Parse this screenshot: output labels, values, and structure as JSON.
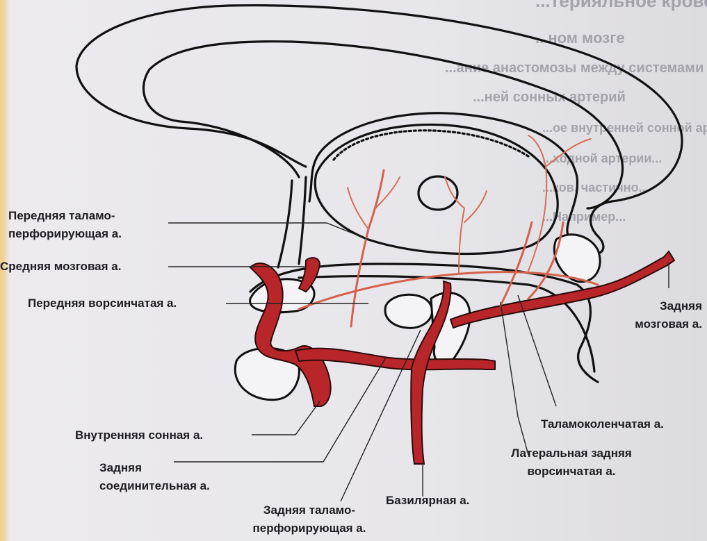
{
  "labels": {
    "anterior_thalamoperforating": "Передняя таламо-\nперфорирующая а.",
    "middle_cerebral": "Средняя мозговая а.",
    "anterior_choroidal": "Передняя ворсинчатая а.",
    "posterior_cerebral": "Задняя\nмозговая а.",
    "internal_carotid": "Внутренняя сонная а.",
    "posterior_communicating": "Задняя\nсоединительная а.",
    "posterior_thalamoperforating": "Задняя таламо-\nперфорирующая а.",
    "basilar": "Базилярная а.",
    "thalamogeniculate": "Таламоколенчатая а.",
    "lateral_posterior_choroidal": "Латеральная задняя\nворсинчатая а."
  },
  "background_page": {
    "lines": [
      "...терияльное кровос...",
      "...ном мозге",
      "...ание анастомозы между системами внутренней",
      "...ней сонных артерий",
      "...ое внутренней сонной артерии...",
      "...ходной артерии...",
      "...ков, частично...",
      "...Например..."
    ]
  },
  "colors": {
    "artery": "#b8262a",
    "branch": "#d4614b",
    "outline": "#111111"
  }
}
